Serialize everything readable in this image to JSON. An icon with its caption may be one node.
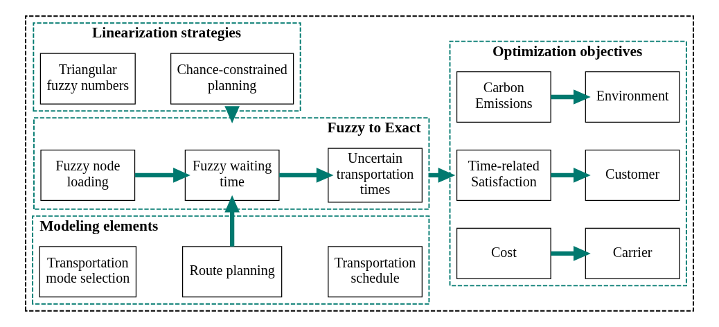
{
  "diagram": {
    "nodes": [
      {
        "text": [],
        "shape": "box"
      },
      {
        "text": [
          "Linearization strategies"
        ],
        "in": 0
      },
      {
        "text": [
          "Triangular fuzzy numbers"
        ],
        "in": 1
      },
      {
        "text": [
          "Chance-constrained planning"
        ],
        "in": 1
      },
      {
        "text": [
          "Fuzzy to Exact"
        ],
        "in": 0
      },
      {
        "text": [
          "Fuzzy node loading"
        ],
        "in": 4
      },
      {
        "text": [
          "Fuzzy waiting time"
        ],
        "in": 4
      },
      {
        "text": [
          "Uncertain transportation times"
        ],
        "in": 4
      },
      {
        "text": [
          "Modeling elements"
        ],
        "in": 0
      },
      {
        "text": [
          "Transportation mode selection"
        ],
        "in": 8
      },
      {
        "text": [
          "Route planning"
        ],
        "in": 8
      },
      {
        "text": [
          "Transportation schedule"
        ],
        "in": 8
      },
      {
        "text": [
          "Optimization objectives"
        ],
        "in": 0
      },
      {
        "text": [
          "Cost"
        ],
        "in": 12
      },
      {
        "text": [
          "Carrier"
        ],
        "in": 12
      },
      {
        "text": [
          "Time-related Satisfaction"
        ],
        "in": 12
      },
      {
        "text": [
          "Customer"
        ],
        "in": 12
      },
      {
        "text": [
          "Carbon Emissions"
        ],
        "in": 12
      },
      {
        "text": [
          "Environment"
        ],
        "in": 12
      }
    ],
    "edges": [
      {
        "from": 1,
        "to": 4,
        "arrow": "to"
      },
      {
        "from": 5,
        "to": 6,
        "arrow": "to"
      },
      {
        "from": 6,
        "to": 7,
        "arrow": "to"
      },
      {
        "from": 10,
        "to": 6,
        "arrow": "to"
      },
      {
        "from": 4,
        "to": 12,
        "arrow": "to"
      },
      {
        "from": 13,
        "to": 14,
        "arrow": "to"
      },
      {
        "from": 15,
        "to": 16,
        "arrow": "to"
      },
      {
        "from": 17,
        "to": 18,
        "arrow": "to"
      }
    ]
  }
}
